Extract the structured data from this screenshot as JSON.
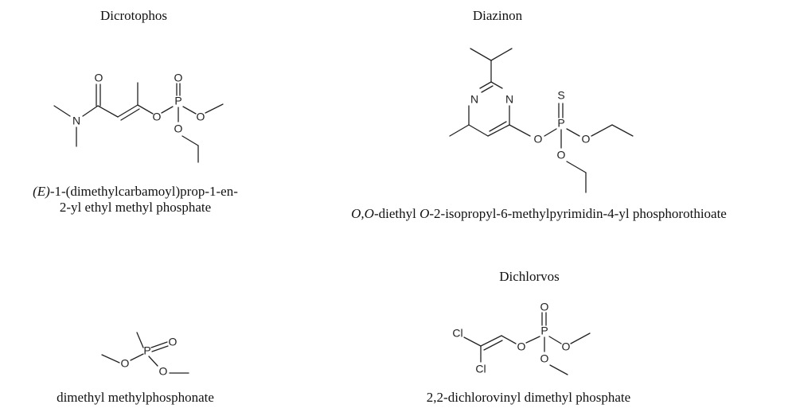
{
  "compounds": {
    "dicrotophos": {
      "name": "Dicrotophos",
      "iupac_prefix": "(E)",
      "iupac_line1_rest": "-1-(dimethylcarbamoyl)prop-1-en-",
      "iupac_line2": "2-yl ethyl methyl phosphate",
      "atoms": {
        "o1": "O",
        "n": "N",
        "o2": "O",
        "p": "P",
        "o3": "O",
        "o4": "O"
      }
    },
    "diazinon": {
      "name": "Diazinon",
      "iupac_parts": [
        "O,O",
        "-diethyl ",
        "O",
        "-2-isopropyl-6-methylpyrimidin-4-yl phosphorothioate"
      ],
      "atoms": {
        "n1": "N",
        "n2": "N",
        "s": "S",
        "p": "P",
        "o1": "O",
        "o2": "O",
        "o3": "O"
      }
    },
    "dmmp": {
      "name": "",
      "iupac": "dimethyl methylphosphonate",
      "atoms": {
        "p": "P",
        "o1": "O",
        "o2": "O",
        "o3": "O"
      }
    },
    "dichlorvos": {
      "name": "Dichlorvos",
      "iupac": "2,2-dichlorovinyl dimethyl phosphate",
      "atoms": {
        "cl1": "Cl",
        "cl2": "Cl",
        "o1": "O",
        "p": "P",
        "o2": "O",
        "o3": "O",
        "o4": "O"
      }
    }
  }
}
